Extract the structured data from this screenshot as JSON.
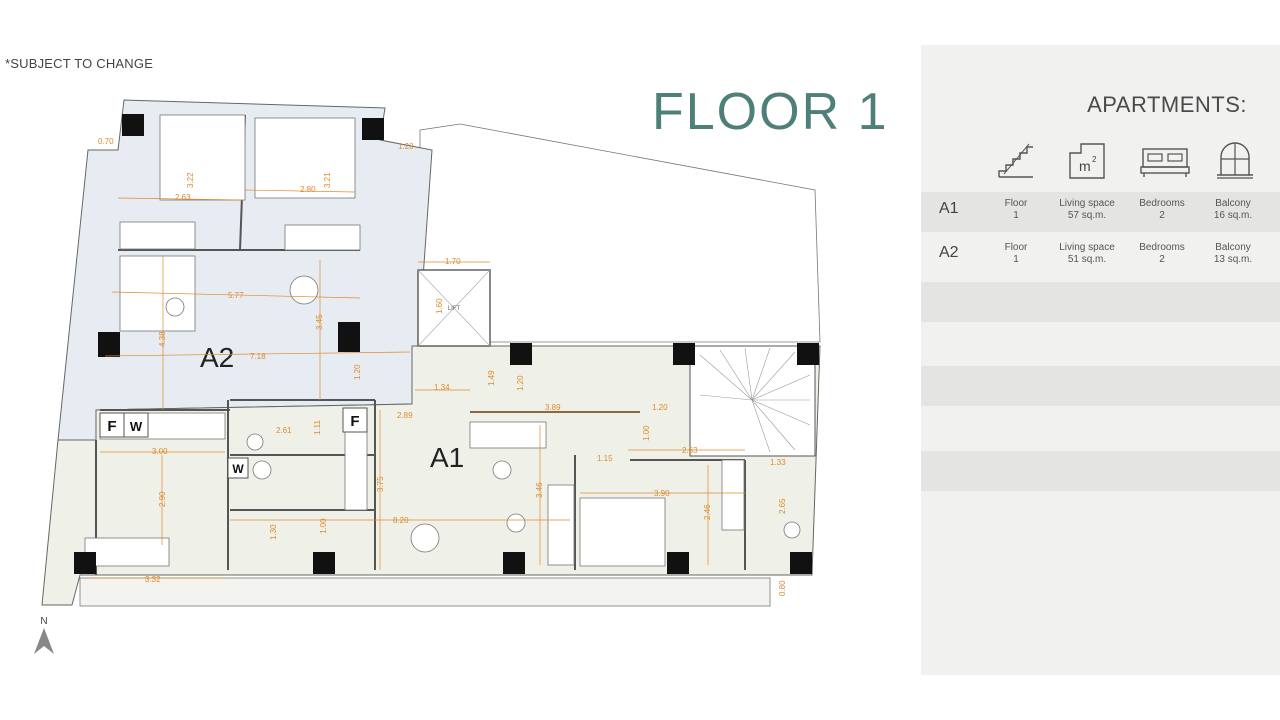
{
  "note": "*SUBJECT TO CHANGE",
  "floor_title": "FLOOR 1",
  "panel": {
    "title": "APARTMENTS:",
    "icons": [
      "stairs-icon",
      "area-m2-icon",
      "bed-icon",
      "balcony-door-icon"
    ],
    "icon_text_m2": "m",
    "icon_text_sup": "2",
    "rows": [
      {
        "code": "A1",
        "floor_label": "Floor",
        "floor_value": "1",
        "space_label": "Living space",
        "space_value": "57 sq.m.",
        "bedrooms_label": "Bedrooms",
        "bedrooms_value": "2",
        "balcony_label": "Balcony",
        "balcony_value": "16 sq.m."
      },
      {
        "code": "A2",
        "floor_label": "Floor",
        "floor_value": "1",
        "space_label": "Living space",
        "space_value": "51 sq.m.",
        "bedrooms_label": "Bedrooms",
        "bedrooms_value": "2",
        "balcony_label": "Balcony",
        "balcony_value": "13 sq.m."
      }
    ]
  },
  "plan": {
    "unit_a2": "A2",
    "unit_a1": "A1",
    "fridge": "F",
    "washer": "W",
    "lift": "LIFT",
    "north": "N",
    "dimensions": [
      "0.70",
      "1.20",
      "3.22",
      "3.21",
      "2.63",
      "2.80",
      "1.70",
      "1.60",
      "5.77",
      "3.45",
      "4.38",
      "7.18",
      "1.20",
      "1.34",
      "1.49",
      "1.20",
      "3.89",
      "1.20",
      "2.89",
      "2.61",
      "1.11",
      "1.00",
      "2.63",
      "1.15",
      "1.33",
      "3.00",
      "3.75",
      "3.46",
      "3.90",
      "2.46",
      "2.65",
      "2.90",
      "8.20",
      "1.30",
      "1.00",
      "3.32",
      "0.80"
    ]
  },
  "colors": {
    "accent": "#4e7f78",
    "dimension": "#e08a2c",
    "a2_fill": "#e6ecf1",
    "a1_fill": "#eff1e9",
    "panel_bg": "#f1f1f0",
    "band": "#e4e4e2"
  }
}
